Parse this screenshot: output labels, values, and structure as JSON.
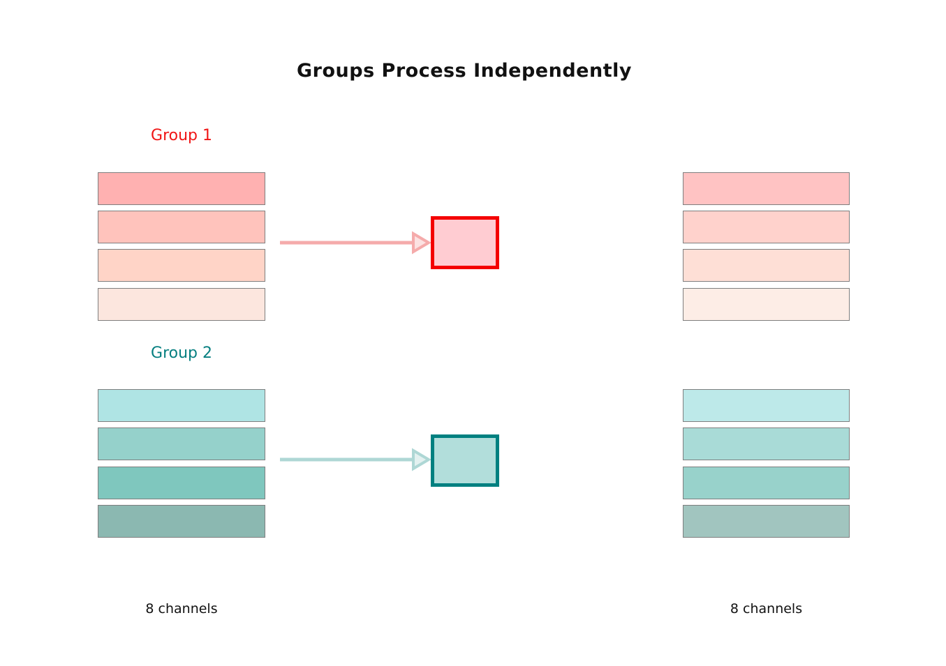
{
  "title": "Groups Process Independently",
  "groups": [
    {
      "label": "Group 1",
      "label_color": "#f01515",
      "bar_colors_left": [
        "#ffb1b1",
        "#ffc3bc",
        "#ffd4c7",
        "#fce6de"
      ],
      "bar_colors_right": [
        "#ffc3c3",
        "#ffd2cc",
        "#fedfd6",
        "#fdede6"
      ],
      "arrow_color": "#f5abab",
      "box_border": "#f40000",
      "box_fill": "#ffccd2"
    },
    {
      "label": "Group 2",
      "label_color": "#067f80",
      "bar_colors_left": [
        "#afe4e4",
        "#95d1cb",
        "#7fc7be",
        "#8bb8b1"
      ],
      "bar_colors_right": [
        "#bde9e9",
        "#a9dbd7",
        "#98d2cb",
        "#a1c5bf"
      ],
      "arrow_color": "#aed7d5",
      "box_border": "#008080",
      "box_fill": "#b2dedb"
    }
  ],
  "left_channels_label": "8 channels",
  "right_channels_label": "8 channels"
}
